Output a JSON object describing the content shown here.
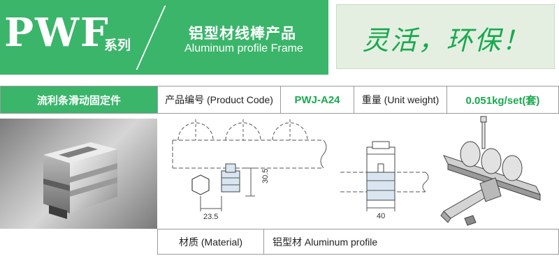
{
  "header": {
    "brand": "PWF",
    "series_suffix": "系列",
    "title_cn": "铝型材线棒产品",
    "title_en": "Aluminum profile Frame",
    "slogan": "灵活，环保！"
  },
  "spec": {
    "name": "流利条滑动固定件",
    "product_code_label": "产品编号 (Product Code)",
    "product_code": "PWJ-A24",
    "unit_weight_label": "重量 (Unit weight)",
    "unit_weight": "0.051kg/set(套)"
  },
  "drawings": {
    "dim_height": "30.5",
    "dim_width": "23.5",
    "dim_front_width": "40"
  },
  "material": {
    "label": "材质 (Material)",
    "value": "铝型材 Aluminum profile"
  },
  "colors": {
    "brand_green": "#3ab56a",
    "accent_green": "#19a94e",
    "slogan_bg": "#e4efe2",
    "drawing_blue": "#d9e6f2"
  },
  "icons": {
    "photo": "aluminum-slider-fitting-photo",
    "drawing_side": "side-view-technical-drawing",
    "drawing_front": "front-view-technical-drawing",
    "drawing_iso": "isometric-assembly-drawing"
  }
}
